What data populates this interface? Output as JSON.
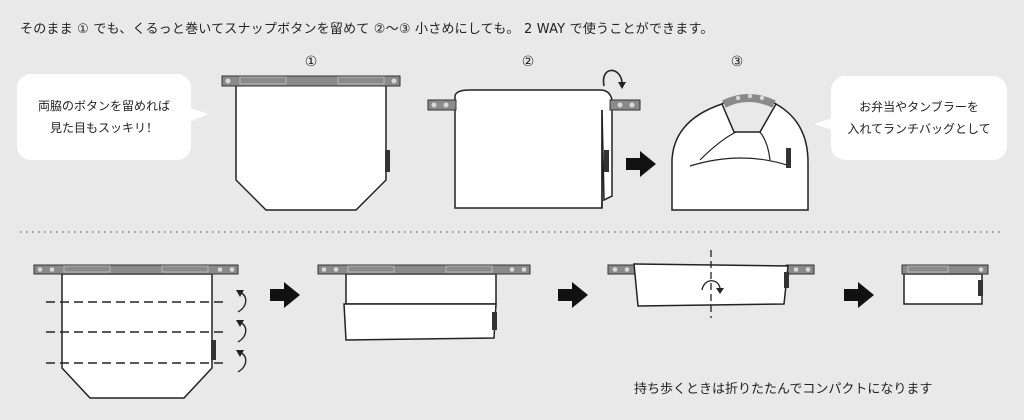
{
  "headline": "そのまま ① でも、くるっと巻いてスナップボタンを留めて ②〜③ 小さめにしても。 2 WAY で使うことができます。",
  "steps": {
    "one": "①",
    "two": "②",
    "three": "③"
  },
  "bubble_left": {
    "line1": "両脇のボタンを留めれば",
    "line2": "見た目もスッキリ！"
  },
  "bubble_right": {
    "line1": "お弁当やタンブラーを",
    "line2": "入れてランチバッグとして"
  },
  "footnote": "持ち歩くときは折りたたんでコンパクトになります",
  "colors": {
    "background": "#e9e9e9",
    "outline": "#222222",
    "strap": "#8a8a8a",
    "snap": "#d8d8d8",
    "bag": "#ffffff"
  }
}
